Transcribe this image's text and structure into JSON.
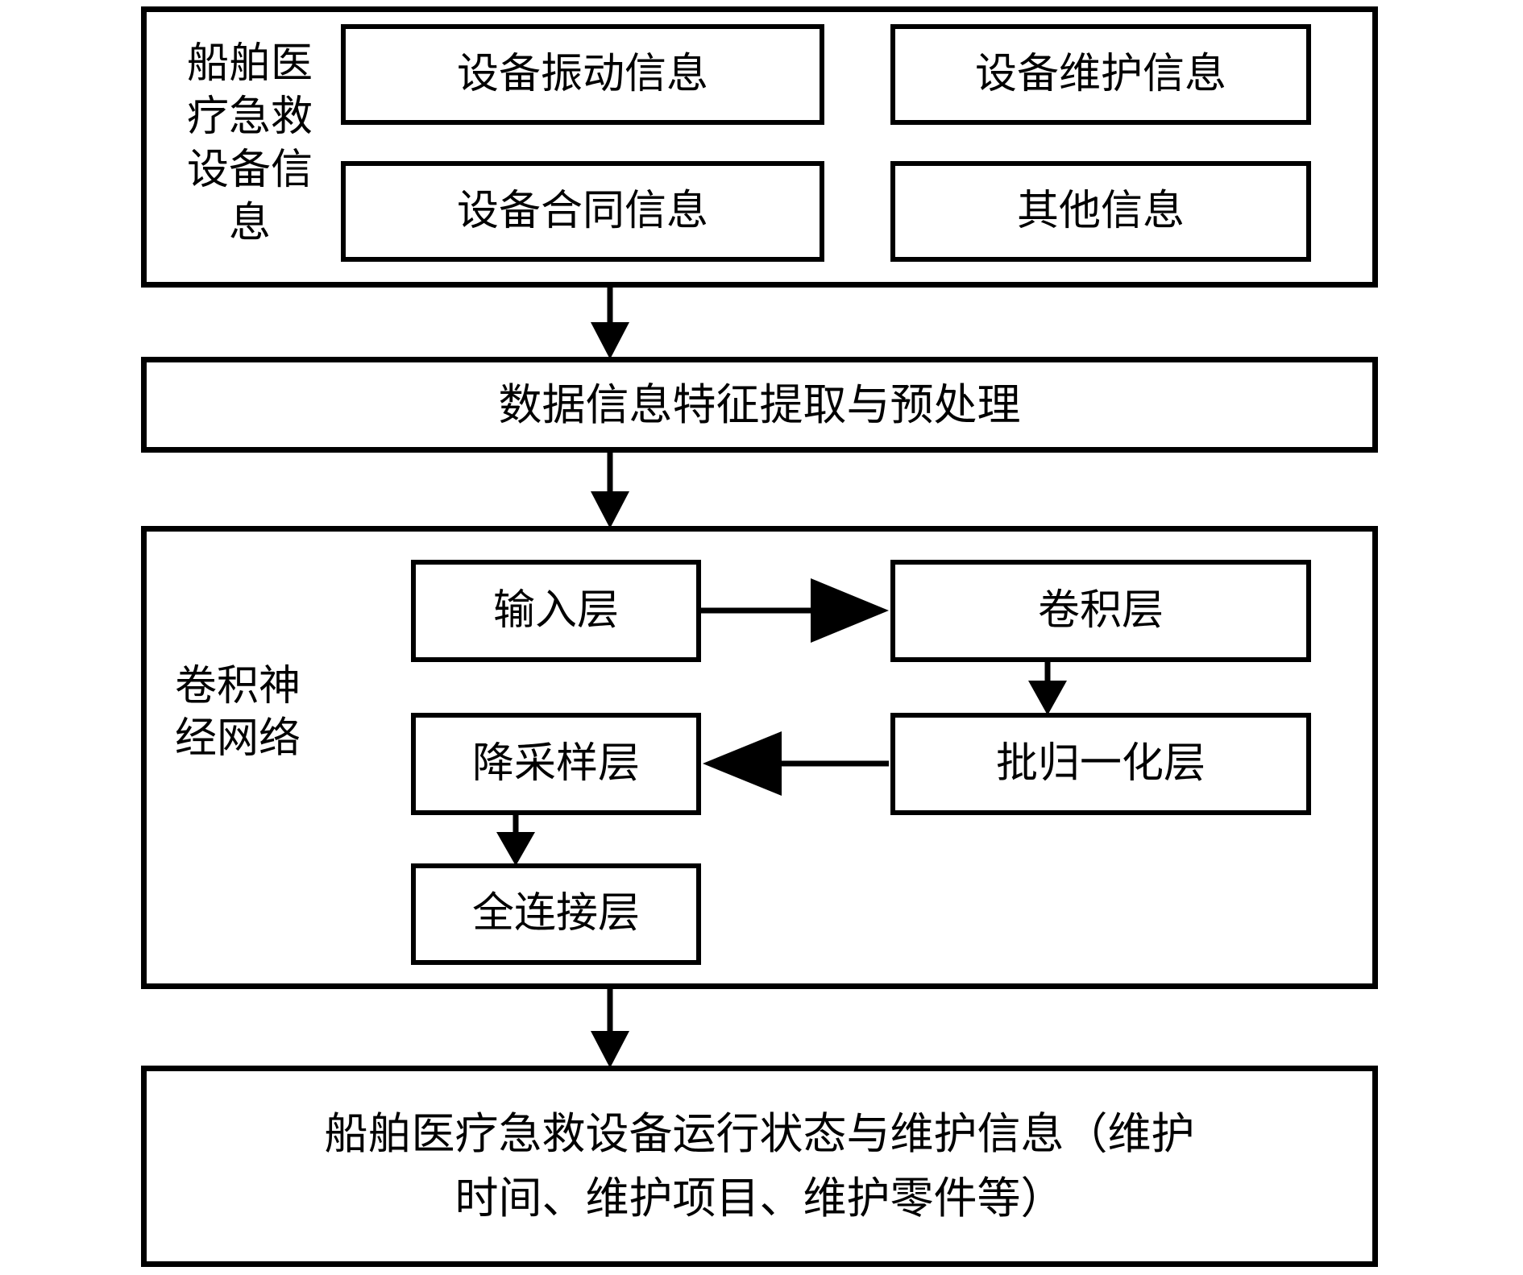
{
  "diagram": {
    "background_color": "#ffffff",
    "line_color": "#000000",
    "top_container": {
      "label_lines": [
        "船舶医",
        "疗急救",
        "设备信",
        "息"
      ],
      "boxes": [
        {
          "label": "设备振动信息"
        },
        {
          "label": "设备维护信息"
        },
        {
          "label": "设备合同信息"
        },
        {
          "label": "其他信息"
        }
      ]
    },
    "preprocess_box": {
      "label": "数据信息特征提取与预处理"
    },
    "cnn_container": {
      "label_lines": [
        "卷积神",
        "经网络"
      ],
      "boxes": [
        {
          "label": "输入层"
        },
        {
          "label": "卷积层"
        },
        {
          "label": "批归一化层"
        },
        {
          "label": "降采样层"
        },
        {
          "label": "全连接层"
        }
      ]
    },
    "output_box": {
      "lines": [
        "船舶医疗急救设备运行状态与维护信息（维护",
        "时间、维护项目、维护零件等）"
      ]
    }
  }
}
